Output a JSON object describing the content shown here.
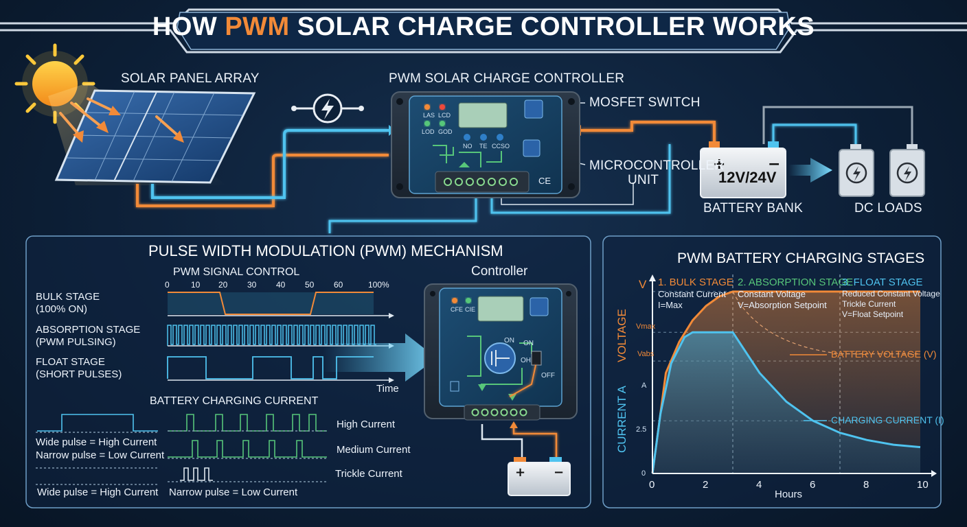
{
  "title": {
    "prefix": "HOW ",
    "highlight": "PWM",
    "suffix": " SOLAR CHARGE CONTROLLER WORKS"
  },
  "top": {
    "solar_panel": "SOLAR PANEL ARRAY",
    "controller": "PWM SOLAR CHARGE CONTROLLER",
    "mosfet": "MOSFET SWITCH",
    "mcu_line1": "MICROCONTROLLER",
    "mcu_line2": "UNIT",
    "battery_bank": "BATTERY BANK",
    "battery_voltage": "12V/24V",
    "dc_loads": "DC LOADS",
    "ce_mark": "CE",
    "led_labels": [
      "LAS",
      "LCD",
      "LOD",
      "GOD"
    ],
    "btn_labels": [
      "NO",
      "TE",
      "CCSO"
    ]
  },
  "pwm": {
    "title": "PULSE WIDTH MODULATION (PWM) MECHANISM",
    "signal_title": "PWM SIGNAL CONTROL",
    "ticks": [
      "0",
      "10",
      "20",
      "30",
      "40",
      "50",
      "60",
      "100%"
    ],
    "bulk_1": "BULK STAGE",
    "bulk_2": "(100% ON)",
    "abs_1": "ABSORPTION STAGE",
    "abs_2": "(PWM PULSING)",
    "float_1": "FLOAT STAGE",
    "float_2": "(SHORT PULSES)",
    "time": "Time",
    "current_title": "BATTERY CHARGING CURRENT",
    "wide_high": "Wide pulse = High Current",
    "narrow_low": "Narrow pulse = Low Current",
    "high": "High Current",
    "medium": "Medium Current",
    "trickle": "Trickle Current",
    "bottom_wide": "Wide pulse = High Current",
    "bottom_narrow": "Narrow pulse = Low Current",
    "controller": "Controller",
    "on1": "ON",
    "on2": "ON",
    "on3": "OH",
    "off": "OFF",
    "ctrl_led_labels": [
      "CFE",
      "CIE"
    ]
  },
  "chart_data": {
    "type": "line",
    "title": "PWM BATTERY CHARGING STAGES",
    "xlabel": "Hours",
    "ylabel_left_top": "VOLTAGE",
    "ylabel_left_bottom": "CURRENT A",
    "xlim": [
      0,
      10
    ],
    "x_ticks": [
      "0",
      "2",
      "4",
      "6",
      "8",
      "10"
    ],
    "y_ticks": {
      "vmax": "Vmax",
      "vabs": "Vabs",
      "a": "A",
      "v25": "2.5",
      "zero": "0"
    },
    "stages": [
      {
        "name": "1. BULK STAGE",
        "line1": "Constant Current",
        "line2": "I=Max",
        "color": "#f28a38"
      },
      {
        "name": "2. ABSORPTION STAGE",
        "line1": "Constant Voltage",
        "line2": "V=Absorption Setpoint",
        "color": "#57c67a"
      },
      {
        "name": "3. FLOAT STAGE",
        "line1": "Reduced Constant Voltage",
        "line2": "Trickle Current",
        "line3": "V=Float Setpoint",
        "color": "#4fc3ef"
      }
    ],
    "series": [
      {
        "name": "BATTERY VOLTAGE (V)",
        "color": "#f28a38",
        "x": [
          0,
          0.5,
          1,
          1.5,
          2,
          2.5,
          3,
          4,
          5,
          6,
          7,
          8,
          9,
          10
        ],
        "y": [
          0,
          4.2,
          5.5,
          6.4,
          7.0,
          7.4,
          7.6,
          7.6,
          7.6,
          7.6,
          7.6,
          7.6,
          7.6,
          7.6
        ]
      },
      {
        "name": "CHARGING CURRENT (I)",
        "color": "#4fc3ef",
        "x": [
          0,
          0.3,
          0.7,
          1.2,
          1.5,
          2,
          2.5,
          3,
          4,
          5,
          6,
          7,
          8,
          9,
          10
        ],
        "y": [
          0,
          2.5,
          4.6,
          5.7,
          5.9,
          5.9,
          5.9,
          5.9,
          4.2,
          3.0,
          2.2,
          1.7,
          1.4,
          1.2,
          1.1
        ]
      }
    ],
    "ylim": [
      0,
      8.2
    ]
  },
  "colors": {
    "orange": "#f28a38",
    "blue": "#4fc3ef",
    "green": "#57c67a",
    "frame": "#6f9fc8"
  }
}
